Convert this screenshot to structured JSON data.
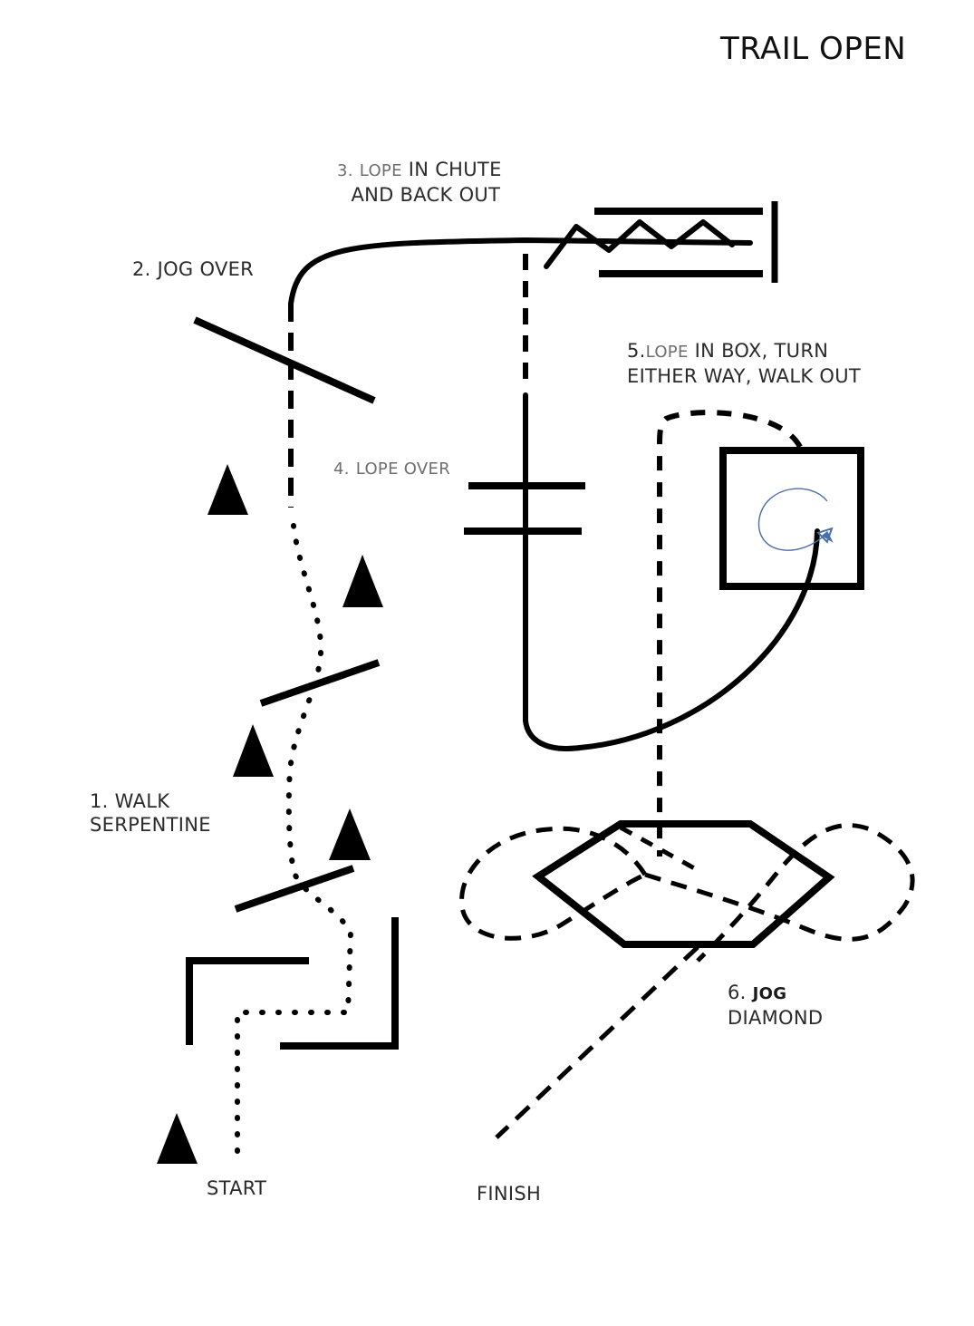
{
  "title": "TRAIL OPEN",
  "labels": {
    "walk": {
      "line1": "1. WALK",
      "line2": "SERPENTINE"
    },
    "jog_over": "2. JOG OVER",
    "chute": {
      "num": "3.",
      "gait": "LOPE",
      "rest1": "IN CHUTE",
      "line2": "AND BACK OUT"
    },
    "lope_over": {
      "num": "4.",
      "gait": "LOPE OVER"
    },
    "box": {
      "num": "5.",
      "gait": "LOPE",
      "rest1": "IN BOX, TURN",
      "line2": "EITHER WAY, WALK OUT"
    },
    "diamond": {
      "num": "6.",
      "gait": "JOG",
      "line2": "DIAMOND"
    },
    "start": "START",
    "finish": "FINISH"
  },
  "colors": {
    "ink": "#000000",
    "label": "#2b2b2b",
    "gait_label": "#6e6e6e",
    "turn_arrow": "#4a6fa5"
  },
  "icons": {
    "cone": "triangle-cone-icon",
    "turn": "circular-turn-arrow-icon"
  }
}
